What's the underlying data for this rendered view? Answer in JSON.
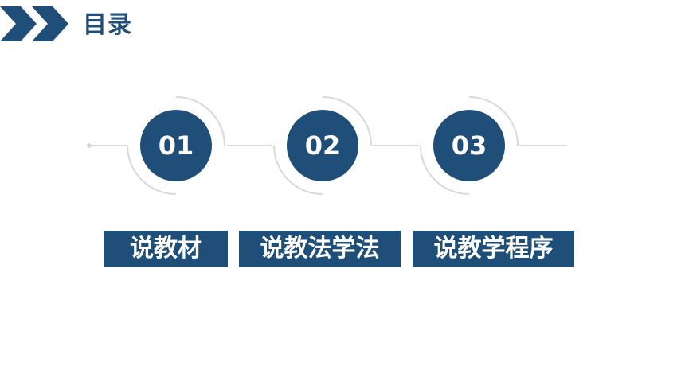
{
  "header": {
    "title": "目录",
    "chevron_icon": "double-chevron-right-icon"
  },
  "colors": {
    "accent": "#1f4e79",
    "line": "#d9d9d9",
    "background": "#ffffff"
  },
  "steps": [
    {
      "number": "01",
      "label": "说教材"
    },
    {
      "number": "02",
      "label": "说教法学法"
    },
    {
      "number": "03",
      "label": "说教学程序"
    }
  ]
}
